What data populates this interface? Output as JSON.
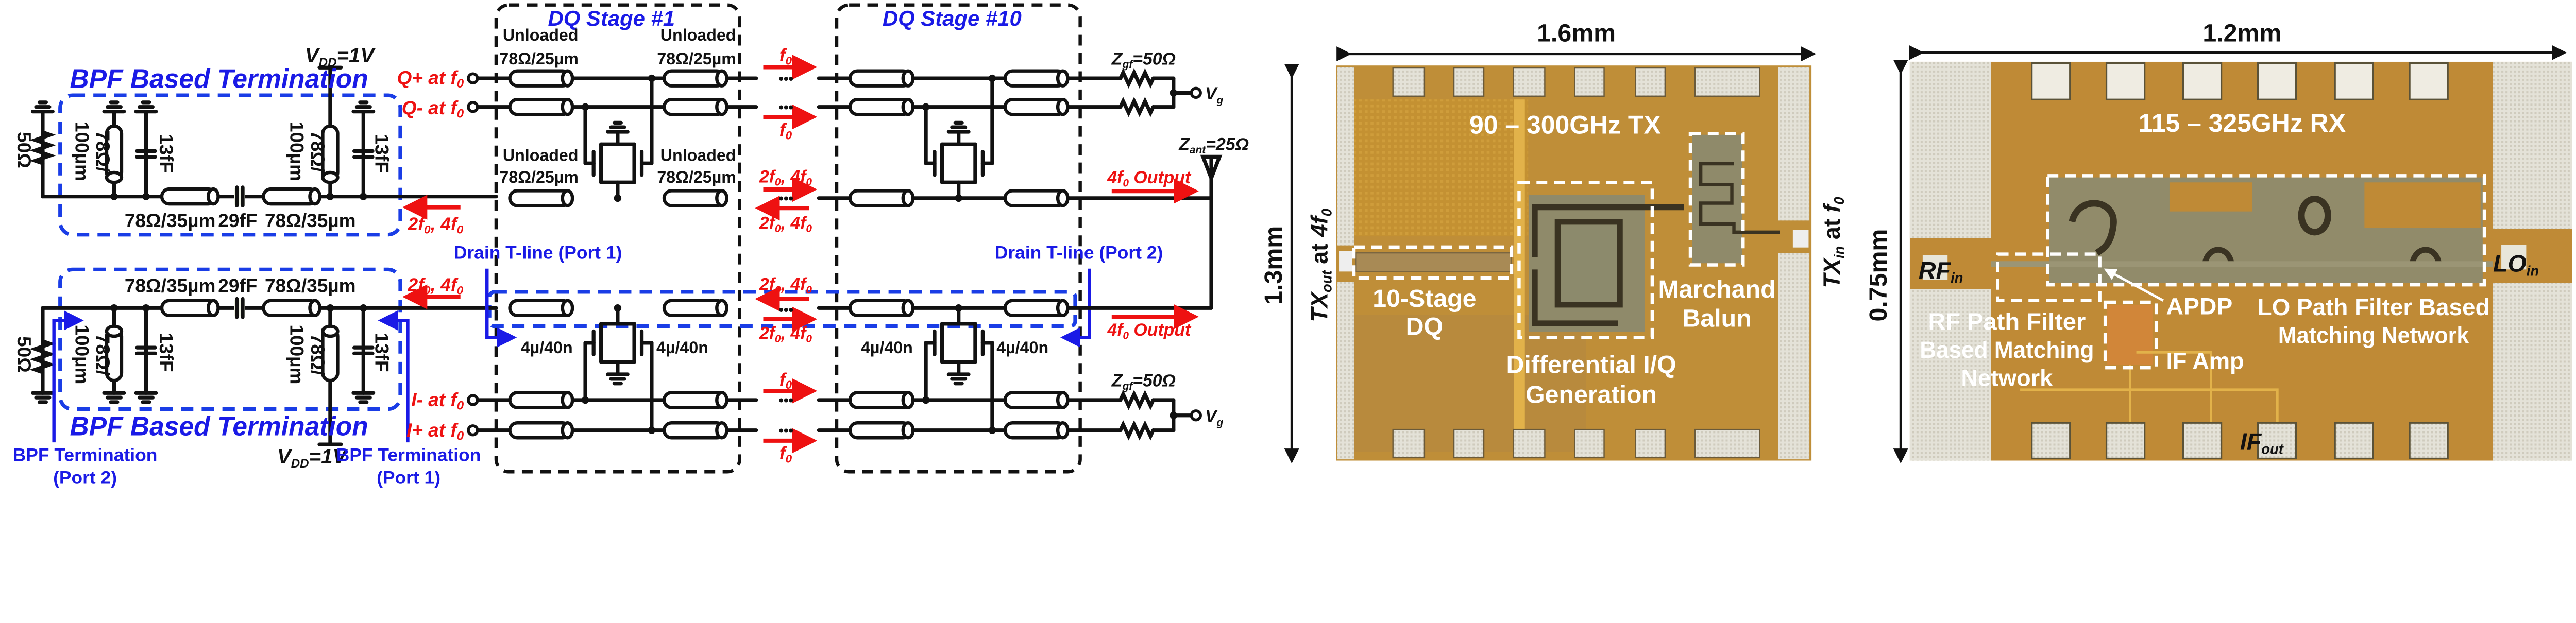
{
  "schematic": {
    "bpf_title_top": "BPF Based Termination",
    "bpf_title_bottom": "BPF Based Termination",
    "vdd": {
      "v": "V",
      "sub": "DD",
      "rest": "=1V"
    },
    "res_50": "50Ω",
    "shunt_tl": {
      "line1": "78Ω/",
      "line2": "100µm"
    },
    "shunt_cap": "13fF",
    "series_tl": "78Ω/35µm",
    "series_cap": "29fF",
    "inputs": {
      "q_plus": {
        "text": "Q+ at f",
        "sub": "0"
      },
      "q_minus": {
        "text": "Q- at f",
        "sub": "0"
      },
      "i_minus": {
        "text": "I- at f",
        "sub": "0"
      },
      "i_plus": {
        "text": "I+ at f",
        "sub": "0"
      }
    },
    "harmonics": {
      "a": "2f",
      "a_sub": "0",
      "b": ", 4f",
      "b_sub": "0"
    },
    "fund": {
      "f": "f",
      "sub": "0"
    },
    "bpf_port2": {
      "line1": "BPF Termination",
      "line2": "(Port 2)"
    },
    "bpf_port1": {
      "line1": "BPF Termination",
      "line2": "(Port 1)"
    },
    "drain_port1": "Drain T-line (Port 1)",
    "drain_port2": "Drain T-line (Port 2)",
    "stage1_title": "DQ Stage #1",
    "stage10_title": "DQ Stage #10",
    "unloaded": "Unloaded",
    "tl_25": "78Ω/25µm",
    "device_size": "4µ/40n",
    "dots": "•••",
    "zgf": {
      "z": "Z",
      "sub": "gf",
      "rest": "=50Ω"
    },
    "vg": {
      "v": "V",
      "sub": "g"
    },
    "zant": {
      "z": "Z",
      "sub": "ant",
      "rest": "=25Ω"
    },
    "output": {
      "a": "4f",
      "sub": "0",
      "rest": " Output"
    },
    "colors": {
      "termination": "#1a1ae6",
      "signal": "#ee1111",
      "bpf_fill": "#eef2e3",
      "stage_fill": "#e9eff8",
      "drain_fill": "#f9e9dc"
    }
  },
  "tx_die": {
    "width": "1.6mm",
    "height": "1.3mm",
    "title": "90 – 300GHz TX",
    "out_label": {
      "a": "TX",
      "sub": "out",
      "b": " at ",
      "c": "4f",
      "c_sub": "0"
    },
    "in_label": {
      "a": "TX",
      "sub": "in",
      "b": " at ",
      "c": "f",
      "c_sub": "0"
    },
    "dq_label": {
      "line1": "10-Stage",
      "line2": "DQ"
    },
    "iq_label": {
      "line1": "Differential I/Q",
      "line2": "Generation"
    },
    "balun_label": {
      "line1": "Marchand",
      "line2": "Balun"
    }
  },
  "rx_die": {
    "width": "1.2mm",
    "height": "0.75mm",
    "title": "115 – 325GHz RX",
    "rf_in": {
      "a": "RF",
      "sub": "in"
    },
    "lo_in": {
      "a": "LO",
      "sub": "in"
    },
    "if_out": {
      "a": "IF",
      "sub": "out"
    },
    "apdp": "APDP",
    "if_amp": "IF Amp",
    "lo_label": {
      "line1": "LO Path Filter Based",
      "line2": "Matching Network"
    },
    "rf_label": {
      "line1": "RF Path Filter",
      "line2": "Based Matching",
      "line3": "Network"
    }
  }
}
